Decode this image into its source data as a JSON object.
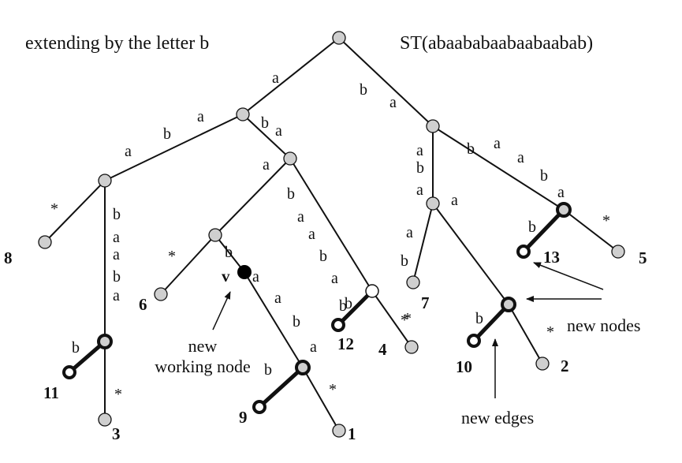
{
  "header": {
    "caption": "extending by the letter b",
    "tree_name": "ST(abaababaabaabaabab)"
  },
  "colors": {
    "line": "#111111",
    "node_fill": "#cfcfcf",
    "working_node": "#000000"
  },
  "edge_labels": {
    "root_left": [
      "a"
    ],
    "root_right": [
      "b",
      "a"
    ],
    "n1_left": [
      "a",
      "b",
      "a"
    ],
    "n1_right": [
      "b",
      "a"
    ],
    "l2_star": [
      "*"
    ],
    "l2_down": [
      "b",
      "a",
      "a",
      "b",
      "a"
    ],
    "n11_new": [
      "b"
    ],
    "n11_star": [
      "*"
    ],
    "r3_left": [
      "a",
      "b"
    ],
    "r4_left": [
      "a"
    ],
    "r4_right": [
      "b",
      "a",
      "a",
      "b",
      "a"
    ],
    "n5_star": [
      "*"
    ],
    "n5_down": [
      "b"
    ],
    "n6_left": [
      "*"
    ],
    "n6_down": [
      "b"
    ],
    "v_down": [
      "a",
      "a",
      "b",
      "a"
    ],
    "n9_new": [
      "b"
    ],
    "n9_star": [
      "*"
    ],
    "r1_left": [
      "a",
      "b"
    ],
    "r1_right": [
      "b",
      "a",
      "a",
      "b",
      "a"
    ],
    "r2_down": [
      "a"
    ],
    "n12_new": [
      "b"
    ],
    "n12_star": [
      "*"
    ],
    "r3_down_a": [
      "a"
    ],
    "r3_down_b": [
      "b"
    ],
    "n10_new": [
      "b"
    ],
    "n10_star": [
      "*"
    ],
    "n13_new": [
      "b"
    ],
    "n13_star": [
      "*"
    ]
  },
  "leaves": {
    "l8": "8",
    "l11": "11",
    "l3": "3",
    "l6": "6",
    "l9": "9",
    "l1": "1",
    "l12": "12",
    "l4": "4",
    "l7": "7",
    "l10": "10",
    "l2": "2",
    "l13": "13",
    "l5": "5"
  },
  "annotations": {
    "working_node_label": "v",
    "new_working_node_line1": "new",
    "new_working_node_line2": "working node",
    "new_nodes": "new nodes",
    "new_edges": "new edges"
  }
}
